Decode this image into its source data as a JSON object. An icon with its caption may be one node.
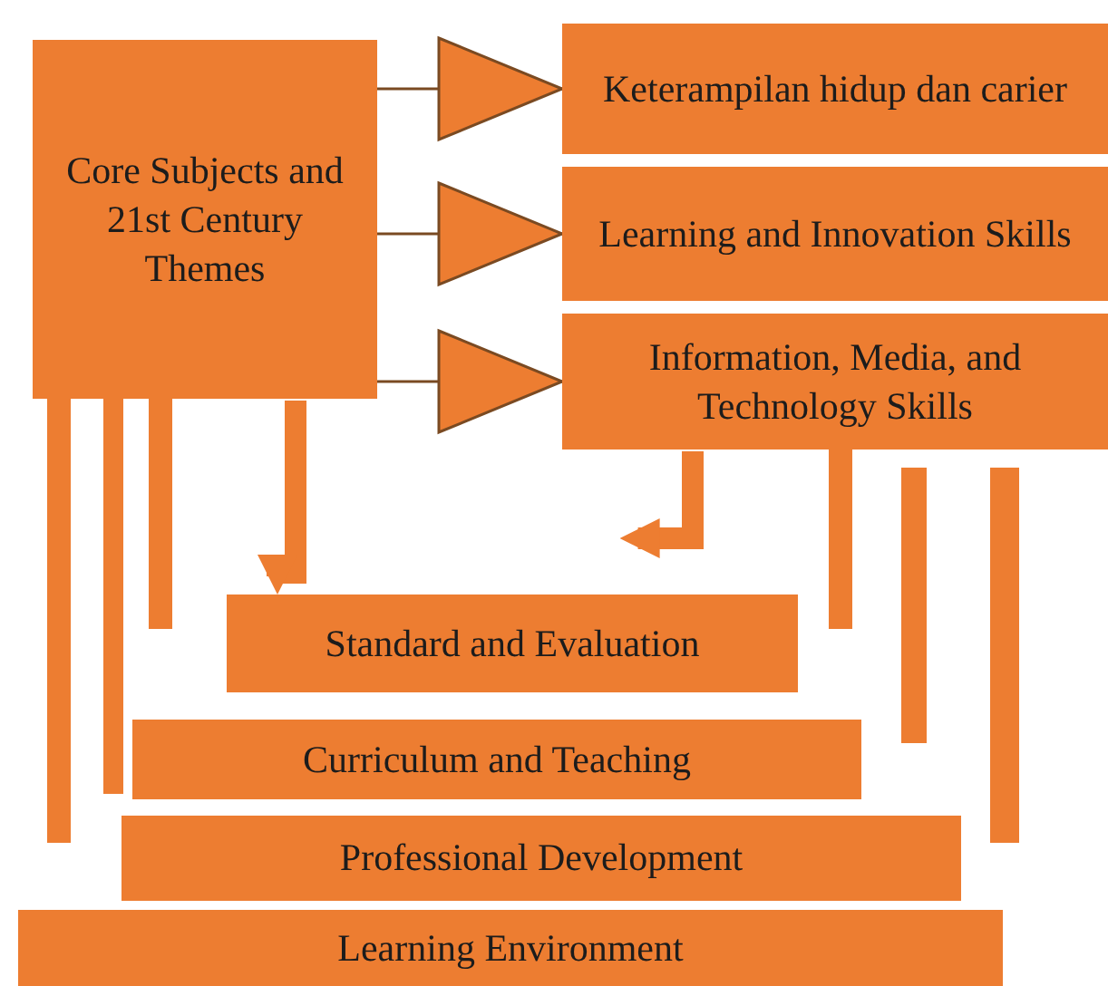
{
  "diagram": {
    "nodes": [
      {
        "text": [
          "Core Subjects and 21st Century Themes"
        ]
      },
      {
        "text": [
          "Keterampilan hidup dan carier"
        ]
      },
      {
        "text": [
          "Learning and Innovation Skills"
        ]
      },
      {
        "text": [
          "Information, Media, and Technology Skills"
        ]
      },
      {
        "text": [
          "Standard and Evaluation"
        ]
      },
      {
        "text": [
          "Curriculum and Teaching"
        ]
      },
      {
        "text": [
          "Professional Development"
        ]
      },
      {
        "text": [
          "Learning Environment"
        ]
      }
    ],
    "edges": [
      {
        "from": 0,
        "to": 1,
        "arrow": "to"
      },
      {
        "from": 0,
        "to": 2,
        "arrow": "to"
      },
      {
        "from": 0,
        "to": 3,
        "arrow": "to"
      },
      {
        "from": 0,
        "to": 4,
        "arrow": "to",
        "style": "thick",
        "color": "#ed7d31"
      },
      {
        "from": 3,
        "to": 4,
        "arrow": "to",
        "style": "thick",
        "color": "#ed7d31"
      }
    ]
  }
}
